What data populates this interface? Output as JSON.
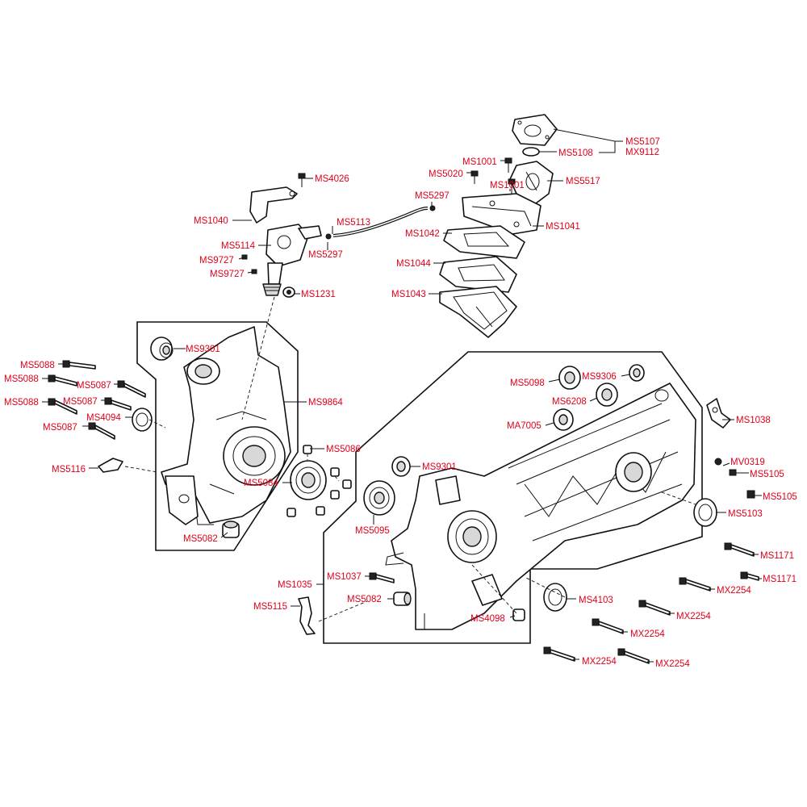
{
  "labels": {
    "ms5107": "MS5107",
    "mx9112": "MX9112",
    "ms5108": "MS5108",
    "ms1001_a": "MS1001",
    "ms5020": "MS5020",
    "ms5517": "MS5517",
    "ms1001_b": "MS1001",
    "ms5297_a": "MS5297",
    "ms1041": "MS1041",
    "ms1042": "MS1042",
    "ms1044": "MS1044",
    "ms1043": "MS1043",
    "ms4026": "MS4026",
    "ms1040": "MS1040",
    "ms5113": "MS5113",
    "ms5114": "MS5114",
    "ms5297_b": "MS5297",
    "ms9727_a": "MS9727",
    "ms9727_b": "MS9727",
    "ms1231": "MS1231",
    "ms9301_a": "MS9301",
    "ms9864": "MS9864",
    "ms5088_a": "MS5088",
    "ms5088_b": "MS5088",
    "ms5087_a": "MS5087",
    "ms5088_c": "MS5088",
    "ms5087_b": "MS5087",
    "ms4094": "MS4094",
    "ms5087_c": "MS5087",
    "ms5086": "MS5086",
    "ms5116": "MS5116",
    "ms5084": "MS5084",
    "ms5082_a": "MS5082",
    "ms5098": "MS5098",
    "ms9306": "MS9306",
    "ms6208": "MS6208",
    "ma7005": "MA7005",
    "ms1038": "MS1038",
    "ms9301_b": "MS9301",
    "mv0319": "MV0319",
    "ms5105_a": "MS5105",
    "ms5105_b": "MS5105",
    "ms5103": "MS5103",
    "ms5095": "MS5095",
    "ms1171_a": "MS1171",
    "ms1171_b": "MS1171",
    "ms1035": "MS1035",
    "ms1037": "MS1037",
    "mx2254_a": "MX2254",
    "ms4103": "MS4103",
    "ms5082_b": "MS5082",
    "ms5115": "MS5115",
    "ms4098": "MS4098",
    "mx2254_b": "MX2254",
    "mx2254_c": "MX2254",
    "mx2254_d": "MX2254",
    "mx2254_e": "MX2254"
  },
  "colors": {
    "label": "#e0001a",
    "line": "#111111"
  }
}
